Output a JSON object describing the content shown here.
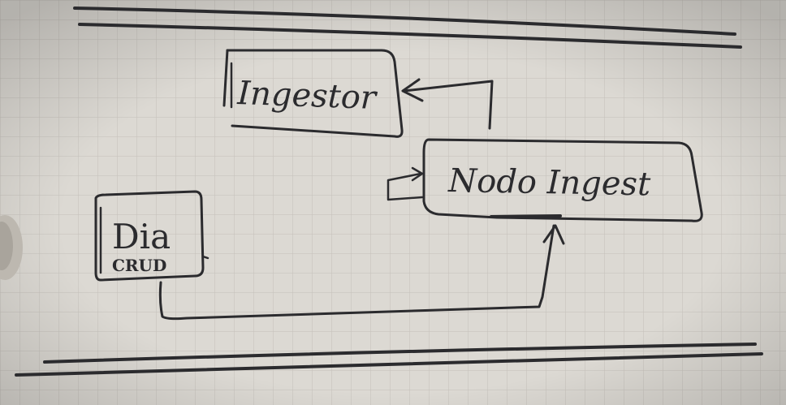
{
  "boxes": {
    "ingestor": {
      "label": "Ingestor"
    },
    "nodo_ingest": {
      "label": "Nodo Ingest"
    },
    "dia": {
      "label": "Dia",
      "sublabel": "CRUD"
    }
  },
  "edges": [
    {
      "from": "nodo_ingest",
      "to": "ingestor"
    },
    {
      "from": "dia",
      "to": "nodo_ingest"
    },
    {
      "from": "nodo_ingest",
      "to": "nodo_ingest"
    }
  ],
  "colors": {
    "paper": "#d9d6d0",
    "grid": "#c4c0ba",
    "ink": "#2b2b2e"
  }
}
